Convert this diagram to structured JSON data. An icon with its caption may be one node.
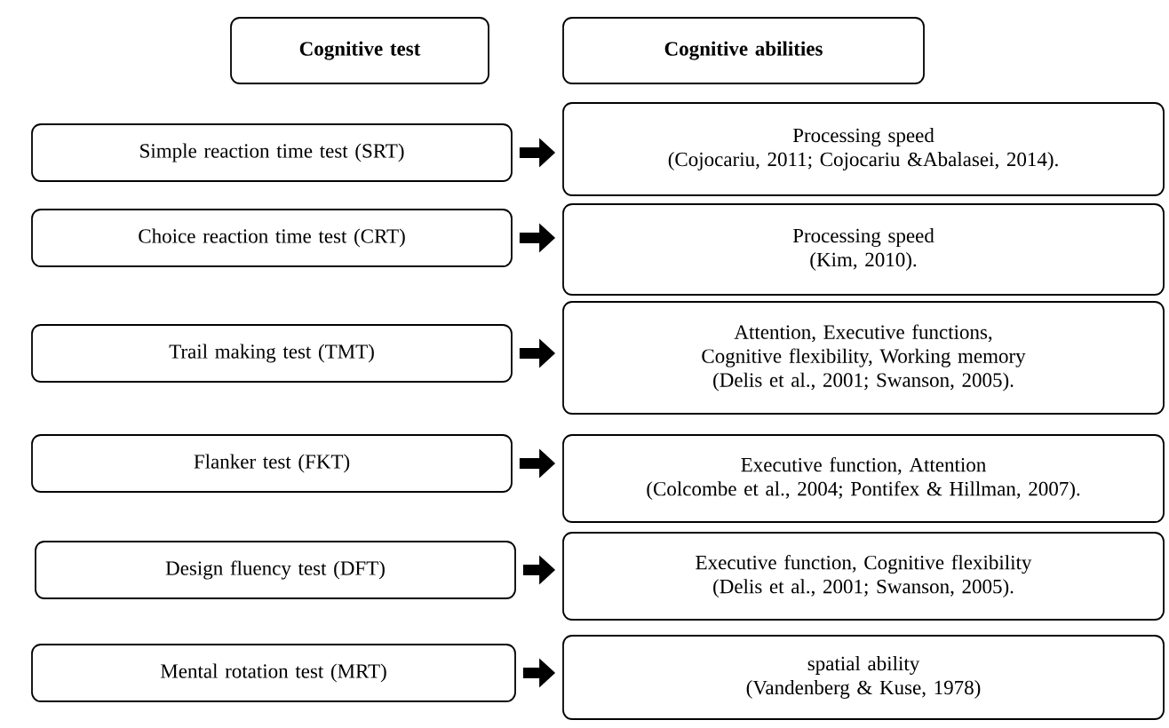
{
  "diagram": {
    "nodes": [
      {
        "text": [
          "Cognitive test"
        ]
      },
      {
        "text": [
          "Cognitive abilities"
        ]
      },
      {
        "text": [
          "Simple reaction time test (SRT)"
        ]
      },
      {
        "text": [
          "Processing speed",
          "(Cojocariu, 2011; Cojocariu &Abalasei, 2014)."
        ]
      },
      {
        "text": [
          "Choice reaction time test (CRT)"
        ]
      },
      {
        "text": [
          "Processing speed",
          "(Kim, 2010)."
        ]
      },
      {
        "text": [
          "Trail making test (TMT)"
        ]
      },
      {
        "text": [
          "Attention, Executive functions, Cognitive flexibility, Working memory",
          "(Delis et al., 2001; Swanson, 2005)."
        ]
      },
      {
        "text": [
          "Flanker test (FKT)"
        ]
      },
      {
        "text": [
          "Executive function, Attention",
          "(Colcombe et al., 2004; Pontifex & Hillman, 2007)."
        ]
      },
      {
        "text": [
          "Design fluency test (DFT)"
        ]
      },
      {
        "text": [
          "Executive function, Cognitive flexibility",
          "(Delis et al., 2001; Swanson, 2005)."
        ]
      },
      {
        "text": [
          "Mental rotation test (MRT)"
        ]
      },
      {
        "text": [
          "spatial ability",
          "(Vandenberg & Kuse, 1978)"
        ]
      }
    ],
    "edges": [
      {
        "from": 2,
        "to": 3,
        "arrow": "to"
      },
      {
        "from": 4,
        "to": 5,
        "arrow": "to"
      },
      {
        "from": 6,
        "to": 7,
        "arrow": "to"
      },
      {
        "from": 8,
        "to": 9,
        "arrow": "to"
      },
      {
        "from": 10,
        "to": 11,
        "arrow": "to"
      },
      {
        "from": 12,
        "to": 13,
        "arrow": "to"
      }
    ]
  }
}
